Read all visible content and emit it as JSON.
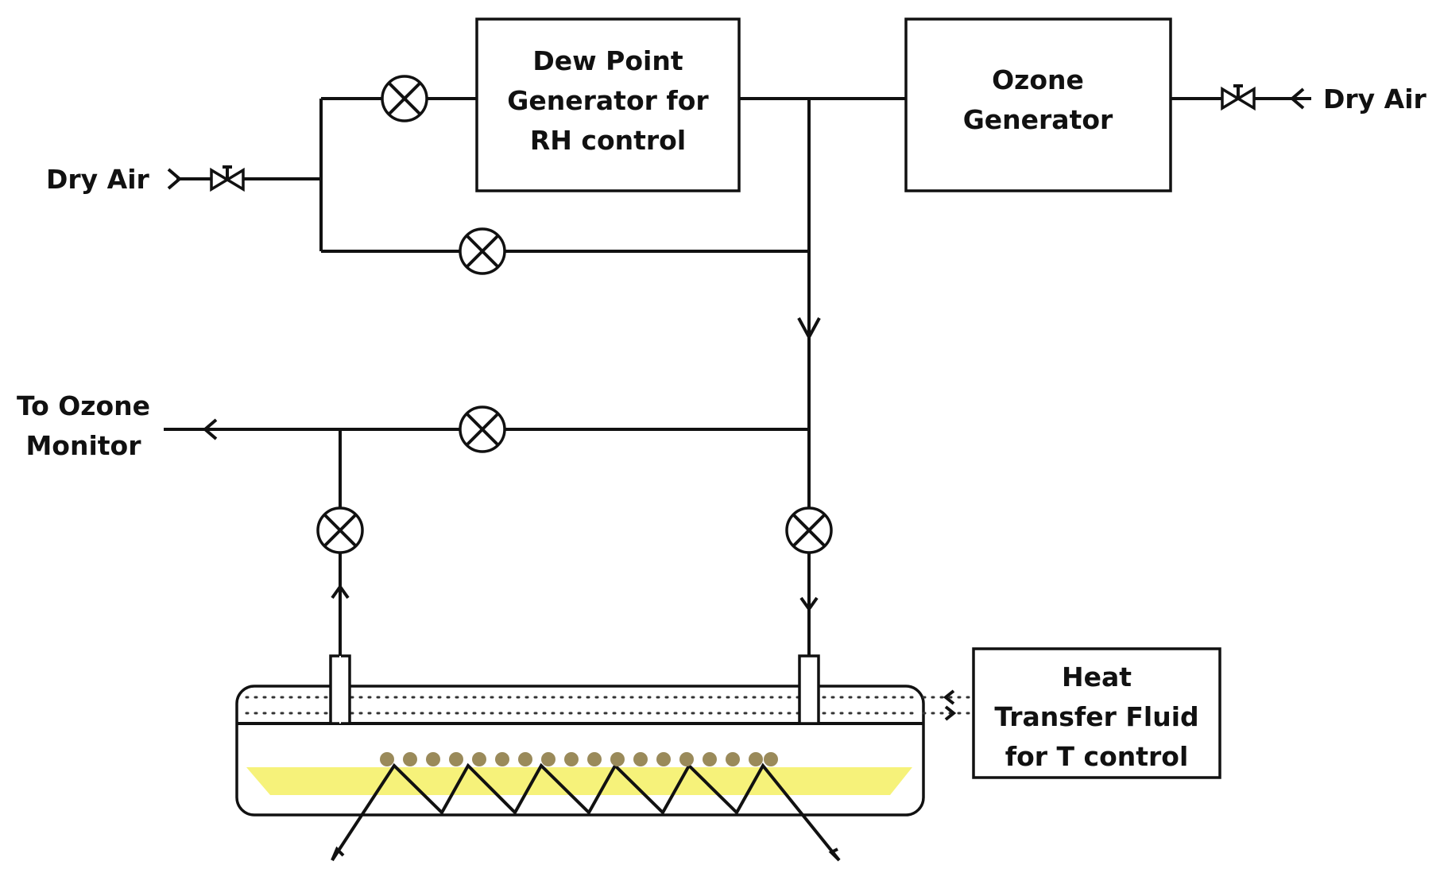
{
  "labels": {
    "dry_air_left": "Dry Air",
    "dry_air_right": "Dry Air",
    "dew_point_box": [
      "Dew Point",
      "Generator for",
      "RH control"
    ],
    "ozone_box": [
      "Ozone",
      "Generator"
    ],
    "ozone_monitor": [
      "To Ozone",
      "Monitor"
    ],
    "heat_box": [
      "Heat",
      "Transfer Fluid",
      "for T control"
    ]
  },
  "colors": {
    "line": "#111111",
    "sample_fill": "#f6f27a",
    "particles": "#9a8a5a"
  },
  "icons": {
    "flow_valve": "circle-x-valve",
    "shutoff_valve": "bowtie-valve"
  }
}
